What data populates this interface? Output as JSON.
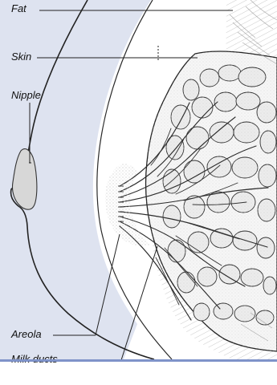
{
  "labels": {
    "fat": "Fat",
    "skin": "Skin",
    "nipple": "Nipple",
    "areola": "Areola",
    "milk_ducts": "Milk ducts"
  },
  "colors": {
    "line": "#222222",
    "fat_fill": "#dce1ef",
    "tissue_fill": "#f6f6f6",
    "dot_fill": "#d8d8d8",
    "accent_rule": "#7f93c9"
  }
}
